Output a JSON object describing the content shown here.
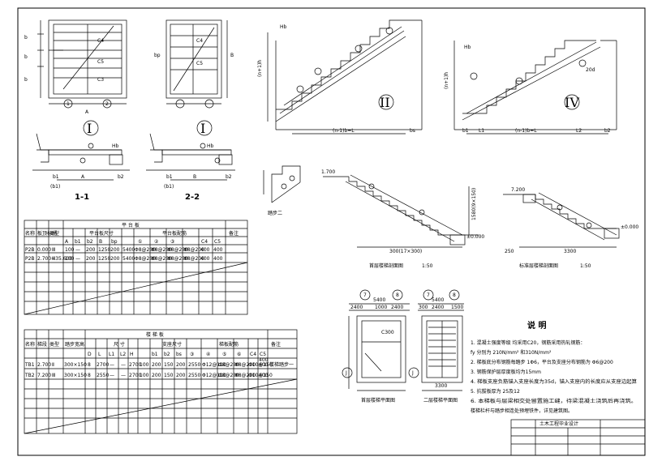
{
  "views": {
    "plan_i_a": {
      "roman": "I",
      "dims": [
        "b",
        "b",
        "b",
        "A"
      ],
      "cuts": [
        "1",
        "2"
      ],
      "points": [
        "C4",
        "C5",
        "C3"
      ]
    },
    "plan_i_b": {
      "roman": "I",
      "dims": [
        "bp",
        "B"
      ],
      "points": [
        "C4",
        "C5"
      ]
    },
    "stair_ii": {
      "roman": "II",
      "hb": "Hb",
      "rise": "(n+1)h",
      "run": "(n-1)b=L",
      "end": "bs"
    },
    "stair_iv": {
      "roman": "IV",
      "hb": "Hb",
      "rise": "(n+1)h",
      "run": "(n-1)b=L",
      "lengths": [
        "b1",
        "L1",
        "L2",
        "b2"
      ],
      "anchor": "20d"
    },
    "sec_1": {
      "title": "1-1",
      "dims": [
        "b1",
        "A",
        "b2"
      ],
      "note": "(b1)",
      "hb": "Hb"
    },
    "sec_2": {
      "title": "2-2",
      "dims": [
        "b1",
        "B",
        "b2"
      ],
      "note": "(b1)",
      "hb": "Hb"
    },
    "detail": {
      "title": "踏步二"
    },
    "ground_floor": {
      "title": "首层楼梯剖面图",
      "scale": "1:50",
      "elev_top": "1.700",
      "elev_mid": "±0.000",
      "rise": "1580(9×150)",
      "run": "300(17×300)"
    },
    "standard_floor": {
      "title": "标准层楼梯剖面图",
      "scale": "1:50",
      "elev_top": "7.200",
      "elev_mid": "±0.000",
      "run": "3300",
      "left": "250"
    },
    "plan_ground": {
      "title": "首层楼梯平面图",
      "dims": [
        "2400",
        "1000",
        "2400",
        "5400"
      ],
      "axes": [
        "7",
        "8"
      ],
      "rows": [
        "J"
      ],
      "tag": "C300"
    },
    "plan_second": {
      "title": "二层楼梯平面图",
      "dims": [
        "5400",
        "300",
        "2400",
        "1500",
        "3300"
      ],
      "axes": [
        "7",
        "8"
      ],
      "rows": [
        "J"
      ]
    }
  },
  "table1": {
    "title": "平 台 板",
    "header_row1": [
      "名称",
      "板顶标高",
      "类型",
      "平台板尺寸",
      "平台板配筋",
      "备注"
    ],
    "header_row2": [
      "A",
      "b1",
      "b2",
      "B",
      "bp",
      "①",
      "②",
      "③",
      "C4",
      "C5"
    ],
    "rows": [
      [
        "P2B",
        "0.000",
        "Ⅲ",
        "100",
        "—",
        "200",
        "1250",
        "200",
        "5400",
        "Φ8@200",
        "Φ8@200",
        "Φ8@200",
        "Φ8@200",
        "400",
        "400"
      ],
      [
        "P2B",
        "2.700~35.600",
        "Ⅲ",
        "100",
        "—",
        "200",
        "1250",
        "200",
        "5400",
        "Φ8@200",
        "Φ8@200",
        "Φ8@200",
        "Φ8@200",
        "400",
        "400"
      ]
    ]
  },
  "table2": {
    "title": "楼 梯 板",
    "header_row1": [
      "名称",
      "梯段",
      "类型",
      "踏步宽高",
      "尺 寸",
      "支座尺寸",
      "梯板配筋",
      "备注"
    ],
    "header_row2": [
      "D",
      "L",
      "L1",
      "L2",
      "H",
      "b1",
      "b2",
      "bs",
      "③",
      "④",
      "⑤",
      "⑥",
      "C4",
      "C5"
    ],
    "rows": [
      [
        "TB1",
        "2.700",
        "Ⅱ",
        "300×150",
        "8",
        "2700",
        "—",
        "—",
        "2700",
        "100",
        "200",
        "150",
        "200",
        "2550",
        "Φ12@110",
        "Φ8@200",
        "Φ8@200",
        "Φ10@150",
        "400",
        "400",
        "楼梯踏步一"
      ],
      [
        "TB2",
        "7.200",
        "Ⅲ",
        "300×150",
        "8",
        "2550",
        "—",
        "—",
        "2700",
        "100",
        "200",
        "150",
        "200",
        "2550",
        "Φ12@110",
        "Φ8@200",
        "Φ8@200",
        "Φ10@150",
        "400",
        "400",
        ""
      ]
    ]
  },
  "notes": {
    "title": "说 明",
    "items": [
      "1. 混凝土强度等级 均采用C20，钢筋采用热轧钢筋：",
      "   fy 分别为 210N/mm² 和310N/mm²",
      "2. 梯板底分布钢筋每踏步 1Φ6，平台及支座分布钢筋为 Φ6@200",
      "3. 钢筋保护层厚度板均为15mm",
      "4. 梯板支座负筋锚入支座长度为35d，锚入支座内的长度应从支座边起算",
      "5. 抗拔板厚为 25及12",
      "6. 本梯板与层梁相交处留置施工缝，待梁混凝土浇筑后再浇筑。",
      "   楼梯栏杆与踏步相连处预埋铁件，详见建筑图。"
    ]
  },
  "title_block": {
    "project": "土木工程毕业设计"
  }
}
